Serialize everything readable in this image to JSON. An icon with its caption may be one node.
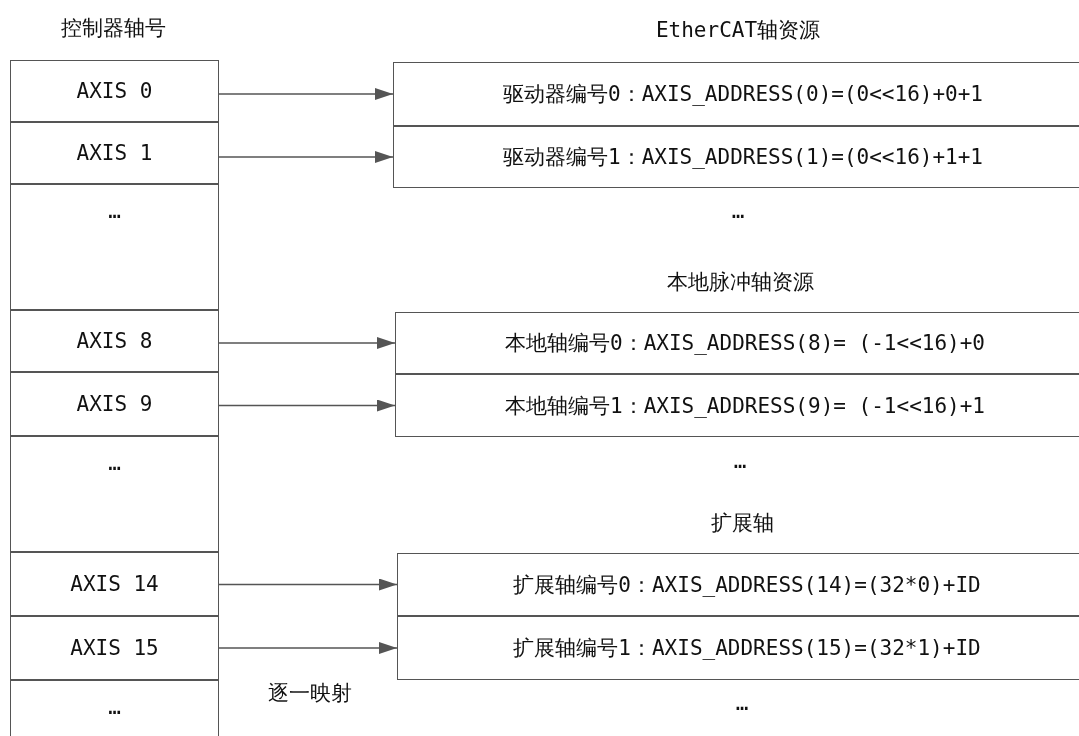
{
  "diagram": {
    "nodes": [
      {
        "text": [
          "AXIS 0"
        ]
      },
      {
        "text": [
          "AXIS 1"
        ]
      },
      {
        "text": [
          "…"
        ]
      },
      {
        "text": [
          "AXIS 8"
        ]
      },
      {
        "text": [
          "AXIS 9"
        ]
      },
      {
        "text": [
          "…"
        ]
      },
      {
        "text": [
          "AXIS 14"
        ]
      },
      {
        "text": [
          "AXIS 15"
        ]
      },
      {
        "text": [
          "…"
        ]
      },
      {
        "text": [
          "驱动器编号0：AXIS_ADDRESS(0)=(0<<16)+0+1"
        ]
      },
      {
        "text": [
          "驱动器编号1：AXIS_ADDRESS(1)=(0<<16)+1+1"
        ]
      },
      {
        "text": [
          "本地轴编号0：AXIS_ADDRESS(8)= (-1<<16)+0"
        ]
      },
      {
        "text": [
          "本地轴编号1：AXIS_ADDRESS(9)= (-1<<16)+1"
        ]
      },
      {
        "text": [
          "扩展轴编号0：AXIS_ADDRESS(14)=(32*0)+ID"
        ]
      },
      {
        "text": [
          "扩展轴编号1：AXIS_ADDRESS(15)=(32*1)+ID"
        ]
      }
    ],
    "edges": [
      {
        "from": 0,
        "to": 9,
        "arrow": "to"
      },
      {
        "from": 1,
        "to": 10,
        "arrow": "to"
      },
      {
        "from": 3,
        "to": 11,
        "arrow": "to"
      },
      {
        "from": 4,
        "to": 12,
        "arrow": "to"
      },
      {
        "from": 6,
        "to": 13,
        "arrow": "to"
      },
      {
        "from": 7,
        "to": 14,
        "arrow": "to"
      }
    ],
    "labels": [
      "控制器轴号",
      "EtherCAT轴资源",
      "…",
      "本地脉冲轴资源",
      "…",
      "扩展轴",
      "…",
      "逐一映射"
    ]
  }
}
